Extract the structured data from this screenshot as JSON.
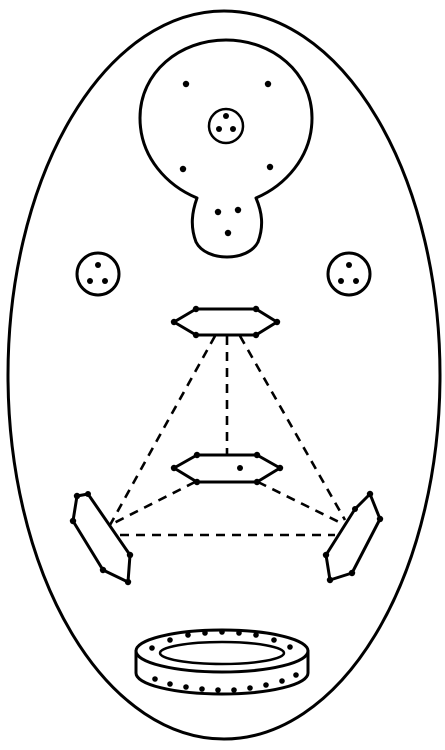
{
  "figure": {
    "ink_color": "#000000",
    "paper_color": "#ffffff",
    "elements": [
      "outer-oval",
      "keyhole-shape",
      "left-small-circle",
      "right-small-circle",
      "top-hexagon",
      "middle-hexagon",
      "left-hexagon",
      "right-hexagon",
      "dashed-connectors",
      "ring-band"
    ]
  }
}
